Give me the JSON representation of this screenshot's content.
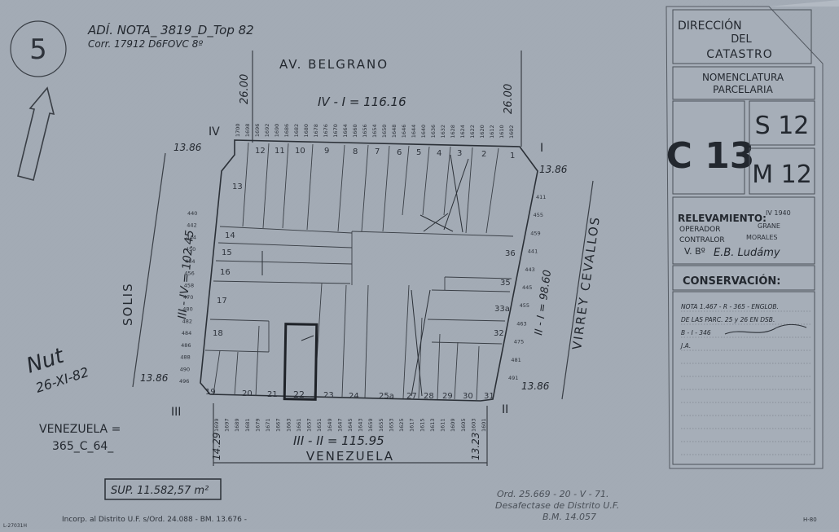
{
  "sheet_number": "5",
  "header_note_1": "ADÍ. NOTA_ 3819_D_Top 82",
  "header_note_2": "Corr. 17912 D6FOVC 8º",
  "streets": {
    "north": "AV. BELGRANO",
    "south": "VENEZUELA",
    "west": "SOLIS",
    "east": "VIRREY CEVALLOS"
  },
  "dimensions": {
    "north_side": "IV - I = 116.16",
    "south_side": "III - II = 115.95",
    "west_side": "III - IV = 102.45",
    "east_side": "II - I = 98.60",
    "width_nw": "26.00",
    "width_ne": "26.00",
    "width_sw": "14.29",
    "width_se": "13.23",
    "chamfer_nw": "13.86",
    "chamfer_ne": "13.86",
    "chamfer_sw": "13.86",
    "chamfer_se": "13.86"
  },
  "corners": {
    "nw": "IV",
    "ne": "I",
    "sw": "III",
    "se": "II"
  },
  "parcels": {
    "north_row": [
      "12",
      "11",
      "10",
      "9",
      "8",
      "7",
      "6",
      "5",
      "4",
      "3",
      "2",
      "1"
    ],
    "south_row": [
      "19",
      "20",
      "21",
      "22",
      "23",
      "24",
      "25a",
      "27",
      "28",
      "29",
      "30",
      "31"
    ],
    "west_col": [
      "13",
      "14",
      "15",
      "16",
      "17",
      "18"
    ],
    "east_col": [
      "36",
      "35",
      "33a",
      "32"
    ]
  },
  "door_numbers": {
    "north": [
      "1700",
      "1698",
      "1696",
      "1692",
      "1690",
      "1686",
      "1682",
      "1680",
      "1678",
      "1676",
      "1670",
      "1664",
      "1660",
      "1656",
      "1654",
      "1650",
      "1648",
      "1646",
      "1644",
      "1640",
      "1636",
      "1632",
      "1628",
      "1624",
      "1622",
      "1620",
      "1612",
      "1610",
      "1602"
    ],
    "south": [
      "1699",
      "1697",
      "1689",
      "1681",
      "1679",
      "1671",
      "1667",
      "1663",
      "1661",
      "1657",
      "1651",
      "1649",
      "1647",
      "1645",
      "1643",
      "1659",
      "1655",
      "1653",
      "1625",
      "1617",
      "1615",
      "1613",
      "1611",
      "1609",
      "1605",
      "1603",
      "1601"
    ],
    "west": [
      "440",
      "442",
      "444",
      "450",
      "454",
      "456",
      "458",
      "470",
      "480",
      "482",
      "484",
      "486",
      "488",
      "490",
      "496"
    ],
    "east": [
      "411",
      "455",
      "459",
      "441",
      "443",
      "445",
      "455",
      "463",
      "475",
      "481",
      "491"
    ]
  },
  "signature_mark": "Nut",
  "signature_date": "26-XI-82",
  "venezuela_note_1": "VENEZUELA =",
  "venezuela_note_2": "365_C_64_",
  "surface": "SUP. 11.582,57 m²",
  "bottom_note": "Incorp. al Distrito U.F. s/Ord. 24.088 - BM. 13.676 -",
  "ordinance": {
    "line1": "Ord. 25.669 - 20 - V - 71.",
    "line2": "Desafectase de Distrito U.F.",
    "line3": "B.M. 14.057"
  },
  "panel": {
    "title_1": "DIRECCIÓN",
    "title_2": "DEL",
    "title_3": "CATASTRO",
    "nomen_1": "NOMENCLATURA",
    "nomen_2": "PARCELARIA",
    "circ": "C 13",
    "seccion": "S 12",
    "manzana": "M 12",
    "relev_label": "RELEVAMIENTO:",
    "relev_value": "IV 1940",
    "operador_label": "OPERADOR",
    "operador_value": "GRANE",
    "contralor_label": "CONTRALOR",
    "contralor_value": "MORALES",
    "vb_label": "V. Bº",
    "vb_value": "E.B. Ludámy",
    "conservacion": "CONSERVACIÓN:",
    "note_1": "NOTA 1.467 - R - 365 - ENGLOB.",
    "note_2": "DE LAS PARC. 25 y 26 EN DSB.",
    "note_3": "B - I - 346",
    "note_4": "J.A."
  },
  "corner_tag": "H-80",
  "bottom_left_tag": "L-27031H"
}
